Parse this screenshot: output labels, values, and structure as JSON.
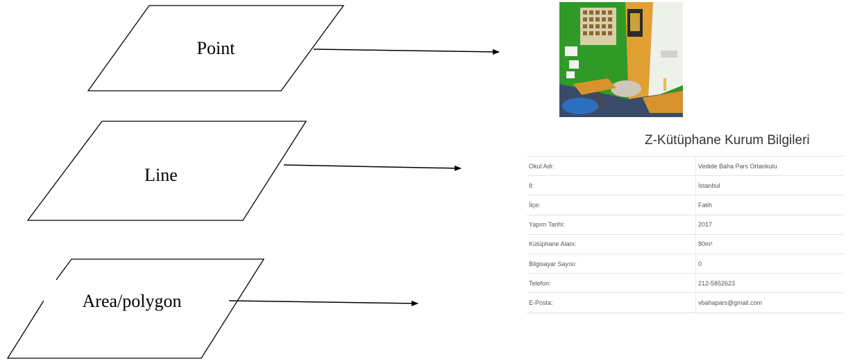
{
  "diagram": {
    "shapes": [
      {
        "label": "Point"
      },
      {
        "label": "Line"
      },
      {
        "label": "Area/polygon"
      }
    ]
  },
  "photo": {
    "subject": "library-room-photo",
    "colors": {
      "green_wall": "#2f9a27",
      "orange_panel": "#e0a034",
      "floor": "#3a4b6a",
      "desk": "#d7932d"
    }
  },
  "table": {
    "title": "Z-Kütüphane Kurum Bilgileri",
    "rows": [
      {
        "key": "Okul Adı:",
        "value": "Vedide Baha Pars Ortaokulu"
      },
      {
        "key": "İl:",
        "value": "İstanbul"
      },
      {
        "key": "İlçe:",
        "value": "Fatih"
      },
      {
        "key": "Yapım Tarihi:",
        "value": "2017"
      },
      {
        "key": "Kütüphane Alanı:",
        "value": "80m²"
      },
      {
        "key": "Bilgisayar Sayısı:",
        "value": "0"
      },
      {
        "key": "Telefon:",
        "value": "212-5852623"
      },
      {
        "key": "E-Posta:",
        "value": "vbahapars@gmail.com"
      }
    ]
  }
}
